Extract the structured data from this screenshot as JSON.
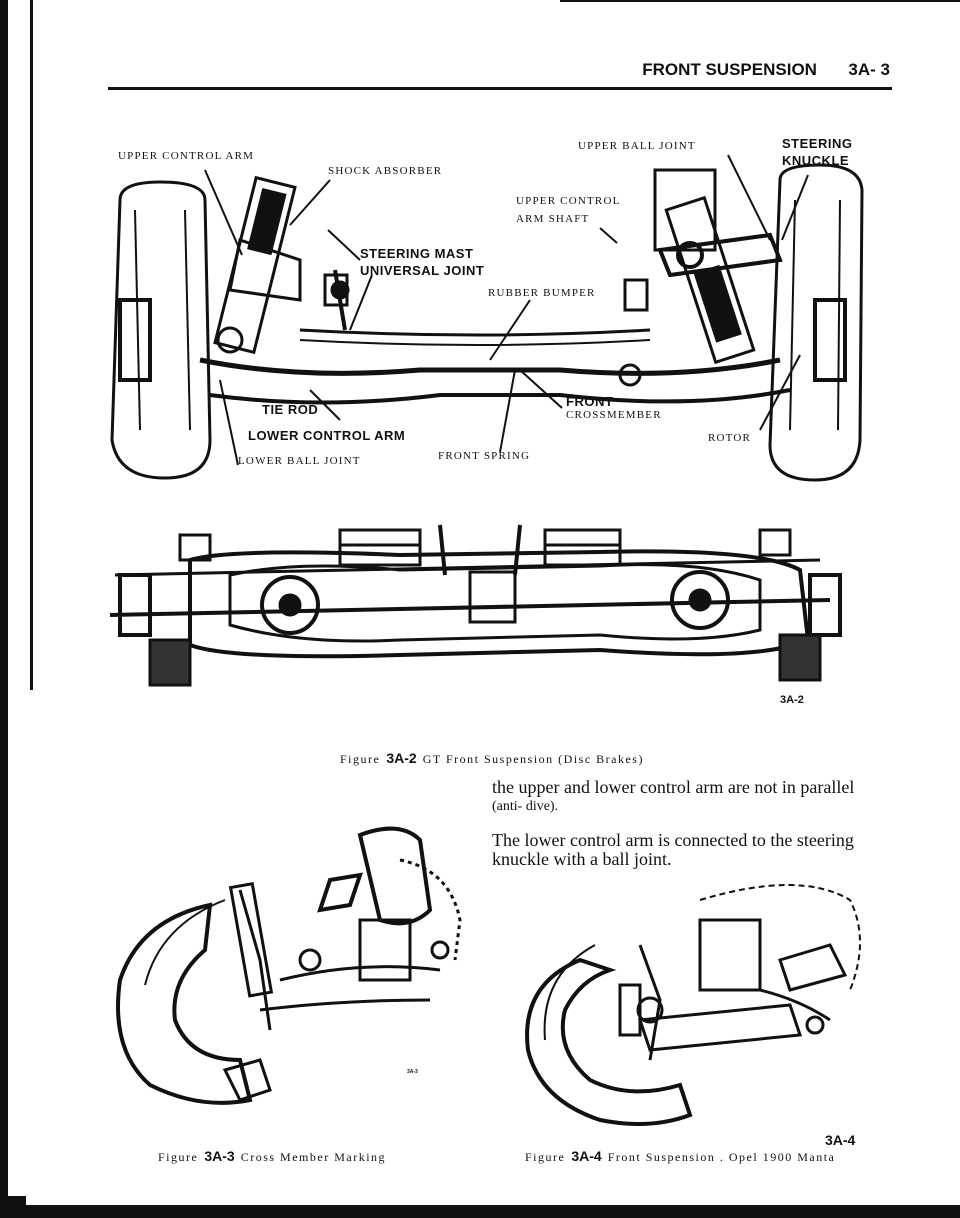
{
  "header": {
    "section": "FRONT SUSPENSION",
    "page": "3A- 3"
  },
  "figure_2": {
    "labels": {
      "upper_control_arm": "UPPER CONTROL ARM",
      "shock_absorber": "SHOCK ABSORBER",
      "upper_ball_joint": "UPPER BALL JOINT",
      "steering_knuckle_1": "STEERING",
      "steering_knuckle_2": "KNUCKLE",
      "upper_control_arm_shaft_1": "UPPER CONTROL",
      "upper_control_arm_shaft_2": "ARM SHAFT",
      "steering_mast_1": "STEERING MAST",
      "steering_mast_2": "UNIVERSAL JOINT",
      "rubber_bumper": "RUBBER BUMPER",
      "tie_rod": "TIE ROD",
      "front_crossmember_1": "FRONT",
      "front_crossmember_2": "CROSSMEMBER",
      "lower_control_arm": "LOWER CONTROL ARM",
      "rotor": "ROTOR",
      "lower_ball_joint": "LOWER BALL JOINT",
      "front_spring": "FRONT SPRING"
    },
    "figure_number": "3A-2",
    "caption_prefix": "Figure",
    "caption_number": "3A-2",
    "caption_text": "GT Front Suspension (Disc Brakes)"
  },
  "body": {
    "paragraph_1_line_1": "the upper and lower control arm are not in parallel",
    "paragraph_1_line_2": "(anti- dive).",
    "paragraph_2_line_1": "The lower control arm is connected to the steering",
    "paragraph_2_line_2": "knuckle with a ball joint."
  },
  "figure_3": {
    "figure_number": "3A-3",
    "caption_prefix": "Figure",
    "caption_number": "3A-3",
    "caption_text": "Cross Member Marking"
  },
  "figure_4": {
    "figure_number": "3A-4",
    "caption_prefix": "Figure",
    "caption_number": "3A-4",
    "caption_text": "Front Suspension . Opel 1900 Manta"
  }
}
